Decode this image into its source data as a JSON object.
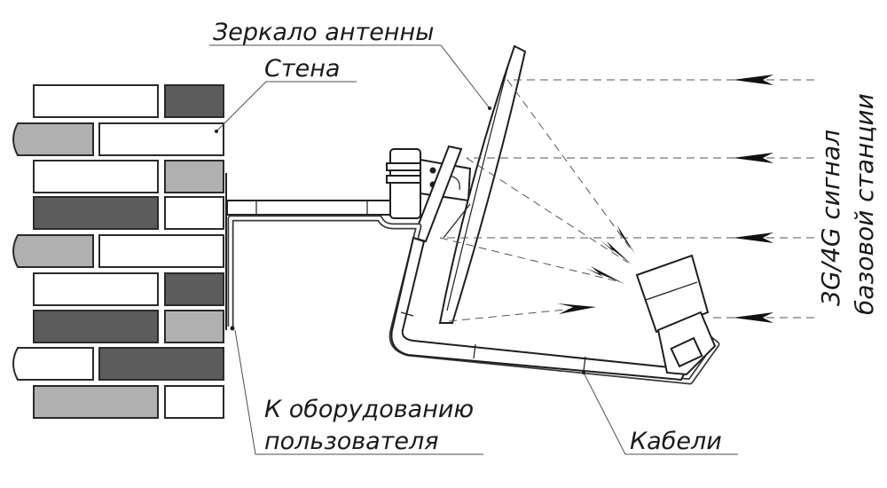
{
  "labels": {
    "mirror": "Зеркало антенны",
    "wall": "Стена",
    "equipment_line1": "К оборудованию",
    "equipment_line2": "пользователя",
    "cables": "Кабели",
    "signal_line1": "3G/4G сигнал",
    "signal_line2": "базовой станции"
  },
  "colors": {
    "brick_white": "#ffffff",
    "brick_light": "#b0b0b0",
    "brick_dark": "#5c5c5c",
    "outline": "#1e1e1e"
  }
}
